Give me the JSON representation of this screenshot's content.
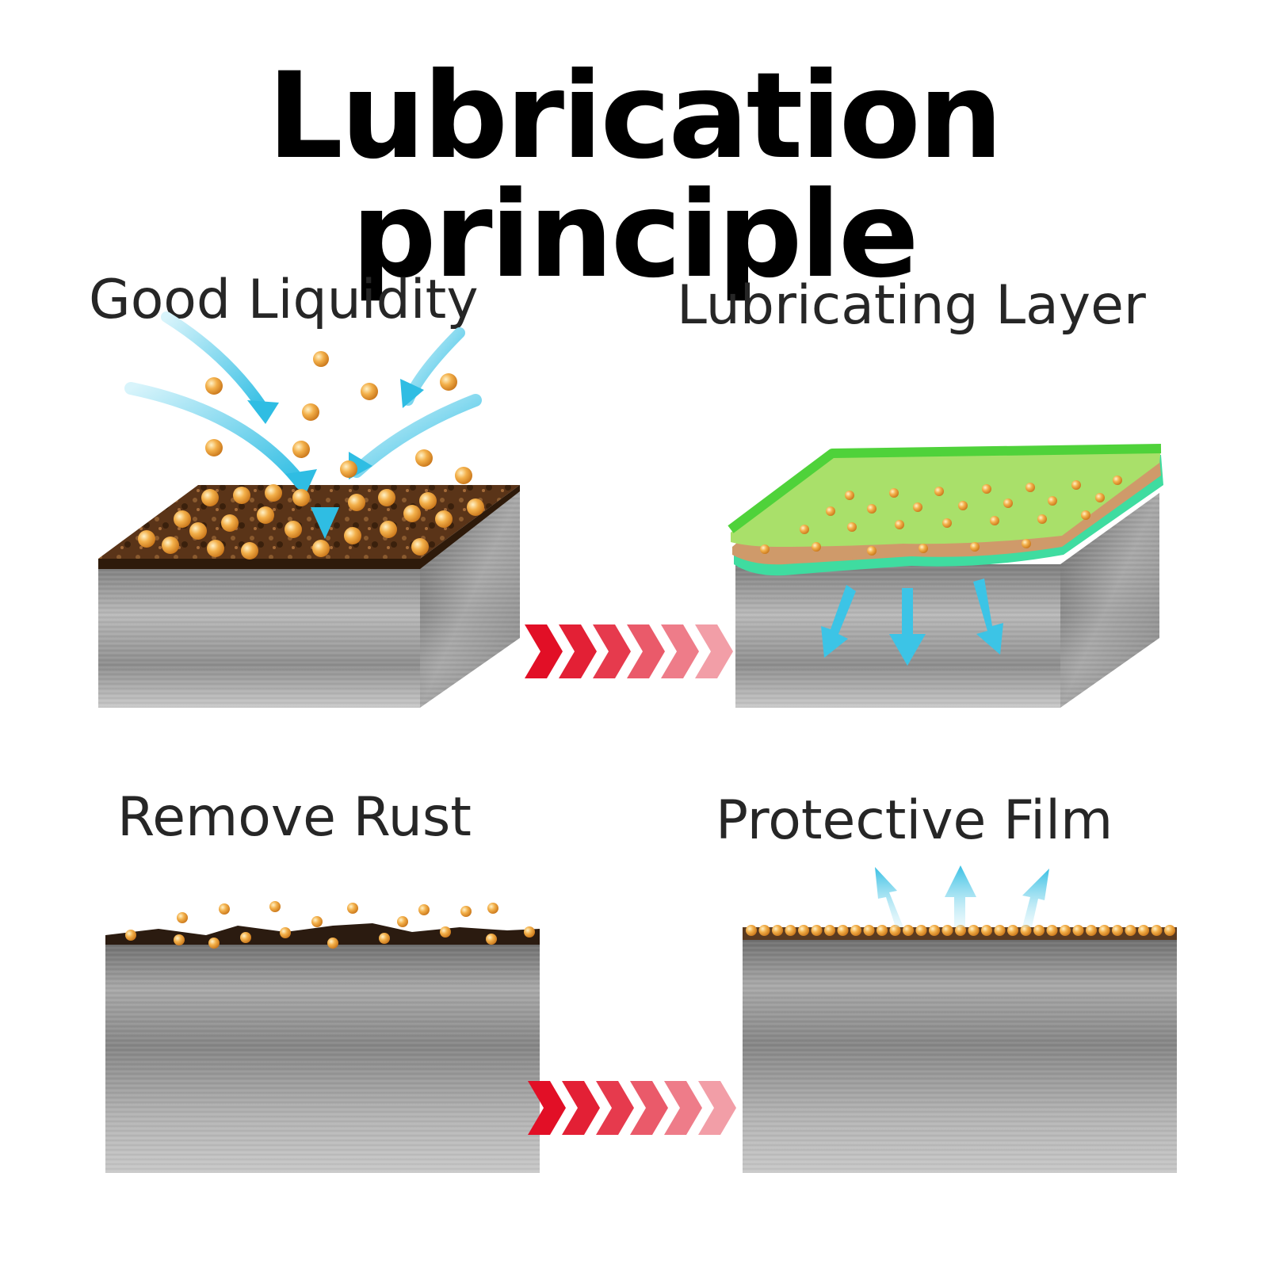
{
  "title": "Lubrication principle",
  "panels": {
    "top_left": {
      "label": "Good Liquidity"
    },
    "top_right": {
      "label": "Lubricating Layer"
    },
    "bottom_left": {
      "label": "Remove Rust"
    },
    "bottom_right": {
      "label": "Protective Film"
    }
  },
  "colors": {
    "arrow_red": "#e8112d",
    "flow_blue": "#3fc6e6",
    "particle_orange": "#f0a63a",
    "film_green": "#8fd96a",
    "rust_brown": "#4a2c16",
    "metal_gray": "#9c9c9c"
  }
}
